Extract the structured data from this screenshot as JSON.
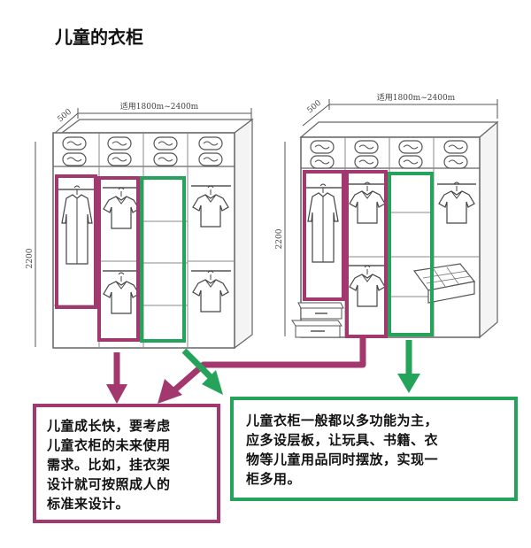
{
  "title": "儿童的衣柜",
  "left_wardrobe": {
    "width_label": "适用1800m~2400m",
    "depth_label": "500",
    "height_label": "2200"
  },
  "right_wardrobe": {
    "width_label": "适用1800m~2400m",
    "depth_label": "500",
    "height_label": "2200"
  },
  "note_left": {
    "lines": [
      "儿童成长快，要考虑",
      "儿童衣柜的未来使用",
      "需求。比如，挂衣架",
      "设计就可按照成人的",
      "标准来设计。"
    ]
  },
  "note_right": {
    "lines": [
      "儿童衣柜一般都以多功能为主，",
      "应多设层板，让玩具、书籍、衣",
      "物等儿童用品同时摆放，实现一",
      "柜多用。"
    ]
  },
  "colors": {
    "purple": "#a3386f",
    "green": "#26a35b",
    "line": "#555555"
  }
}
